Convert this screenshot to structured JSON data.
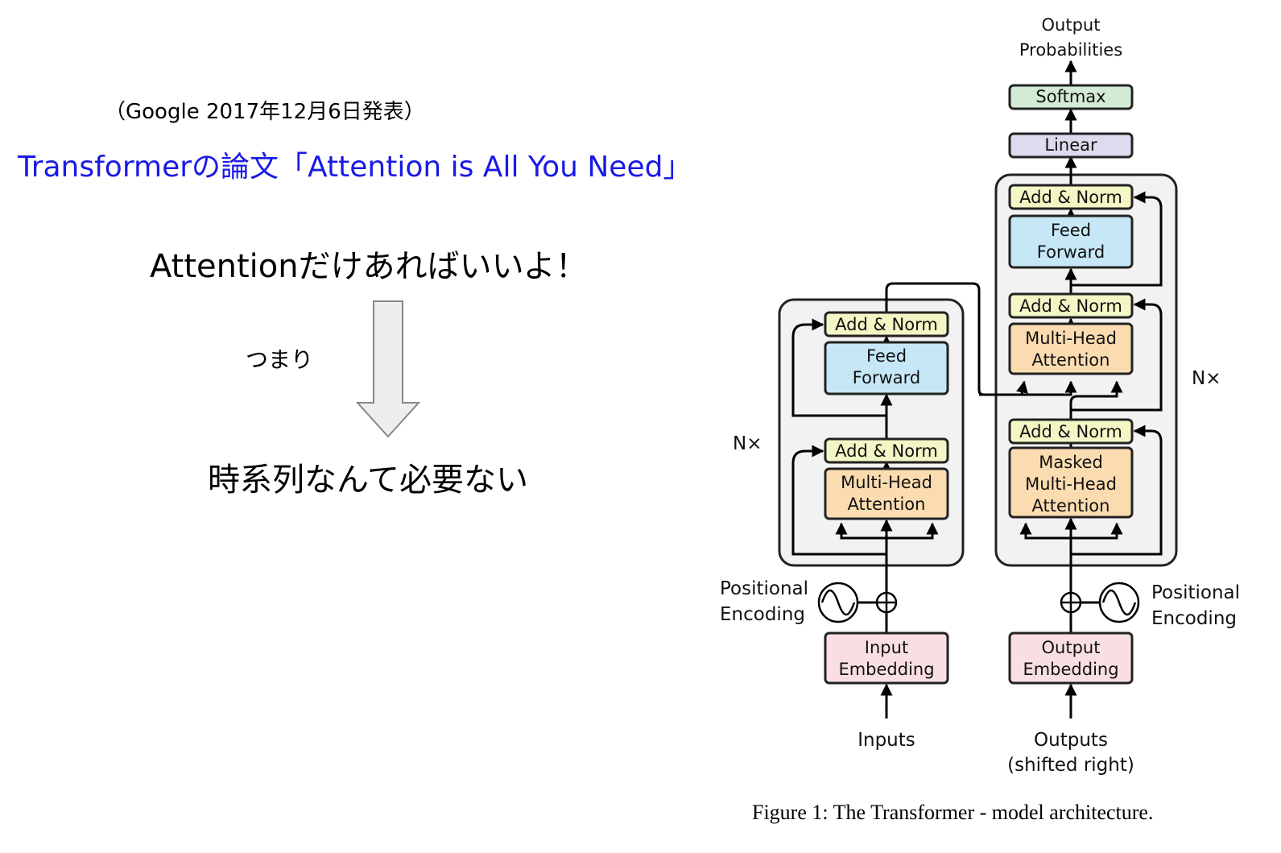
{
  "slide": {
    "date_note": "（Google 2017年12月6日発表）",
    "paper_title": "Transformerの論文「Attention is All You Need」",
    "headline": "Attentionだけあればいいよ！",
    "connector": "つまり",
    "conclusion": "時系列なんて必要ない"
  },
  "figure": {
    "caption": "Figure 1: The Transformer - model architecture.",
    "output_probs": [
      "Output",
      "Probabilities"
    ],
    "softmax": "Softmax",
    "linear": "Linear",
    "add_norm": "Add & Norm",
    "feed_forward": [
      "Feed",
      "Forward"
    ],
    "multi_head": [
      "Multi-Head",
      "Attention"
    ],
    "masked_multi_head": [
      "Masked",
      "Multi-Head",
      "Attention"
    ],
    "nx": "N×",
    "positional_encoding": [
      "Positional",
      "Encoding"
    ],
    "input_embedding": [
      "Input",
      "Embedding"
    ],
    "output_embedding": [
      "Output",
      "Embedding"
    ],
    "inputs": "Inputs",
    "outputs": [
      "Outputs",
      "(shifted right)"
    ],
    "colors": {
      "softmax": "#d3ebd5",
      "linear": "#dcdcee",
      "add_norm": "#f3f7c5",
      "feed_forward": "#c6e7f6",
      "attention": "#fbdcb0",
      "embedding": "#f9dfe2",
      "stack_bg": "#f2f2f2",
      "title_blue": "#1a1ae6"
    }
  }
}
